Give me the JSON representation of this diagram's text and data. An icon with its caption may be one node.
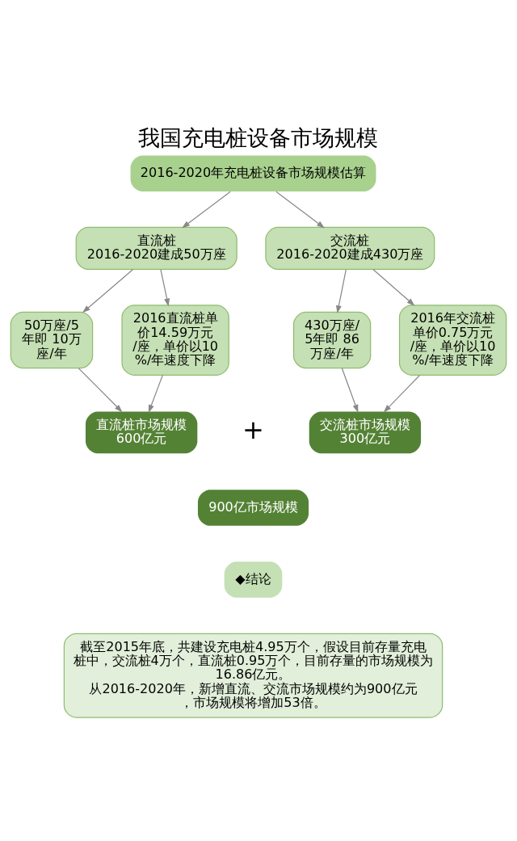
{
  "diagram": {
    "title": "我国充电桩设备市场规模",
    "nodes": [
      {
        "text": [
          "2016-2020年充电桩设备市场规模估算"
        ]
      },
      {
        "text": [
          "直流桩",
          "2016-2020建成50万座"
        ]
      },
      {
        "text": [
          "交流桩",
          "2016-2020建成430万座"
        ]
      },
      {
        "text": [
          "50万座/5年即 10万座/年"
        ]
      },
      {
        "text": [
          "2016直流桩单价14.59万元/座，单价以10%/年速度下降"
        ]
      },
      {
        "text": [
          "430万座/5年即 86万座/年"
        ]
      },
      {
        "text": [
          "2016年交流桩单价0.75万元/座，单价以10%/年速度下降"
        ]
      },
      {
        "text": [
          "直流桩市场规模",
          "600亿元"
        ]
      },
      {
        "text": [
          "交流桩市场规模",
          "300亿元"
        ]
      },
      {
        "text": [
          "900亿市场规模"
        ]
      },
      {
        "text": [
          "◆结论"
        ]
      },
      {
        "text": [
          "截至2015年底，共建设充电桩4.95万个，假设目前存量充电桩中，交流桩4万个，直流桩0.95万个，目前存量的市场规模为16.86亿元。",
          "从2016-2020年，新增直流、交流市场规模约为900亿元，市场规模将增加53倍。"
        ]
      }
    ],
    "edges": [
      {
        "from": 0,
        "to": 1,
        "arrow": "to"
      },
      {
        "from": 0,
        "to": 2,
        "arrow": "to"
      },
      {
        "from": 1,
        "to": 3,
        "arrow": "to"
      },
      {
        "from": 1,
        "to": 4,
        "arrow": "to"
      },
      {
        "from": 2,
        "to": 5,
        "arrow": "to"
      },
      {
        "from": 2,
        "to": 6,
        "arrow": "to"
      },
      {
        "from": 3,
        "to": 7,
        "arrow": "to"
      },
      {
        "from": 4,
        "to": 7,
        "arrow": "to"
      },
      {
        "from": 5,
        "to": 8,
        "arrow": "to"
      },
      {
        "from": 6,
        "to": 8,
        "arrow": "to"
      }
    ],
    "labels": [
      "+"
    ]
  }
}
